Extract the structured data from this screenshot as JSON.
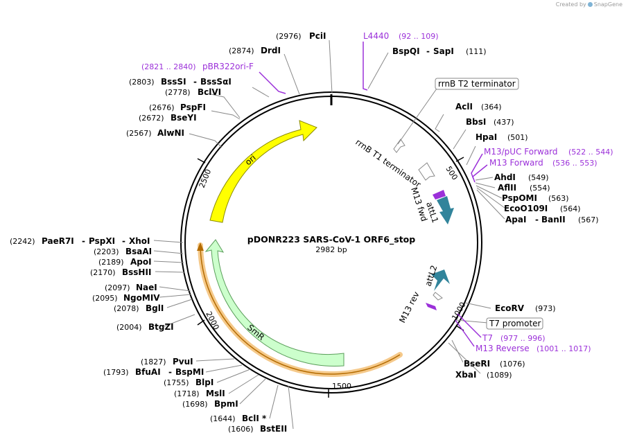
{
  "watermark": {
    "created_by": "Created by",
    "brand": "SnapGene"
  },
  "plasmid": {
    "name": "pDONR223 SARS-CoV-1 ORF6_stop",
    "size": "2982 bp"
  },
  "ticks": [
    "500",
    "1000",
    "1500",
    "2000",
    "2500"
  ],
  "enzymes": {
    "pcii": {
      "pos": "(2976)",
      "name": "PciI"
    },
    "drdi": {
      "pos": "(2874)",
      "name": "DrdI"
    },
    "bsssi": {
      "pos": "(2803)",
      "name": "BssSI",
      "sep": "-",
      "name2": "BssSαI"
    },
    "bclvi": {
      "pos": "(2778)",
      "name": "BclVI"
    },
    "pspfi": {
      "pos": "(2676)",
      "name": "PspFI"
    },
    "bseyi": {
      "pos": "(2672)",
      "name": "BseYI"
    },
    "alwni": {
      "pos": "(2567)",
      "name": "AlwNI"
    },
    "bspqi": {
      "name": "BspQI",
      "sep": "-",
      "name2": "SapI",
      "pos": "(111)"
    },
    "acli": {
      "name": "AclI",
      "pos": "(364)"
    },
    "bbsi": {
      "name": "BbsI",
      "pos": "(437)"
    },
    "hpai": {
      "name": "HpaI",
      "pos": "(501)"
    },
    "ahdi": {
      "name": "AhdI",
      "pos": "(549)"
    },
    "aflii": {
      "name": "AflII",
      "pos": "(554)"
    },
    "pspomi": {
      "name": "PspOMI",
      "pos": "(563)"
    },
    "ecoo109i": {
      "name": "EcoO109I",
      "pos": "(564)"
    },
    "apai": {
      "name": "ApaI",
      "sep": "-",
      "name2": "BanII",
      "pos": "(567)"
    },
    "paer7i": {
      "pos": "(2242)",
      "name": "PaeR7I",
      "sep": "-",
      "name2": "PspXI",
      "sep2": "-",
      "name3": "XhoI"
    },
    "bsaai": {
      "pos": "(2203)",
      "name": "BsaAI"
    },
    "apoi": {
      "pos": "(2189)",
      "name": "ApoI"
    },
    "bsshii": {
      "pos": "(2170)",
      "name": "BssHII"
    },
    "naei": {
      "pos": "(2097)",
      "name": "NaeI"
    },
    "ngomiv": {
      "pos": "(2095)",
      "name": "NgoMIV"
    },
    "bgli": {
      "pos": "(2078)",
      "name": "BglI"
    },
    "btgzi": {
      "pos": "(2004)",
      "name": "BtgZI"
    },
    "ecorv": {
      "name": "EcoRV",
      "pos": "(973)"
    },
    "bseri": {
      "name": "BseRI",
      "pos": "(1076)"
    },
    "xbai": {
      "name": "XbaI",
      "pos": "(1089)"
    },
    "pvui": {
      "pos": "(1827)",
      "name": "PvuI"
    },
    "bfuai": {
      "pos": "(1793)",
      "name": "BfuAI",
      "sep": "-",
      "name2": "BspMI"
    },
    "blpi": {
      "pos": "(1755)",
      "name": "BlpI"
    },
    "msli": {
      "pos": "(1718)",
      "name": "MslI"
    },
    "bpmi": {
      "pos": "(1698)",
      "name": "BpmI"
    },
    "bcli": {
      "pos": "(1644)",
      "name": "BclI *"
    },
    "bsteii": {
      "pos": "(1606)",
      "name": "BstEII"
    }
  },
  "primers": {
    "l4440": {
      "name": "L4440",
      "range": "(92 .. 109)"
    },
    "pbr322": {
      "range": "(2821 .. 2840)",
      "name": "pBR322ori-F"
    },
    "m13puc": {
      "name": "M13/pUC Forward",
      "range": "(522 .. 544)"
    },
    "m13fwd_primer": {
      "name": "M13 Forward",
      "range": "(536 .. 553)"
    },
    "t7": {
      "name": "T7",
      "range": "(977 .. 996)"
    },
    "m13rev_primer": {
      "name": "M13 Reverse",
      "range": "(1001 .. 1017)"
    }
  },
  "features": {
    "rrnb_t2": "rrnB T2 terminator",
    "rrnb_t1": "rrnB T1 terminator",
    "m13_fwd": "M13 fwd",
    "attl1": "attL1",
    "attl2": "attL2",
    "m13_rev": "M13 rev",
    "t7_promoter": "T7 promoter",
    "ori": "ori",
    "smr": "SmR"
  },
  "colors": {
    "ori": "#ffff00",
    "smr": "#ccffcc",
    "att": "#31849b",
    "primer": "#9b30d9",
    "highlight": "#f5c98a",
    "backbone": "#000000"
  }
}
